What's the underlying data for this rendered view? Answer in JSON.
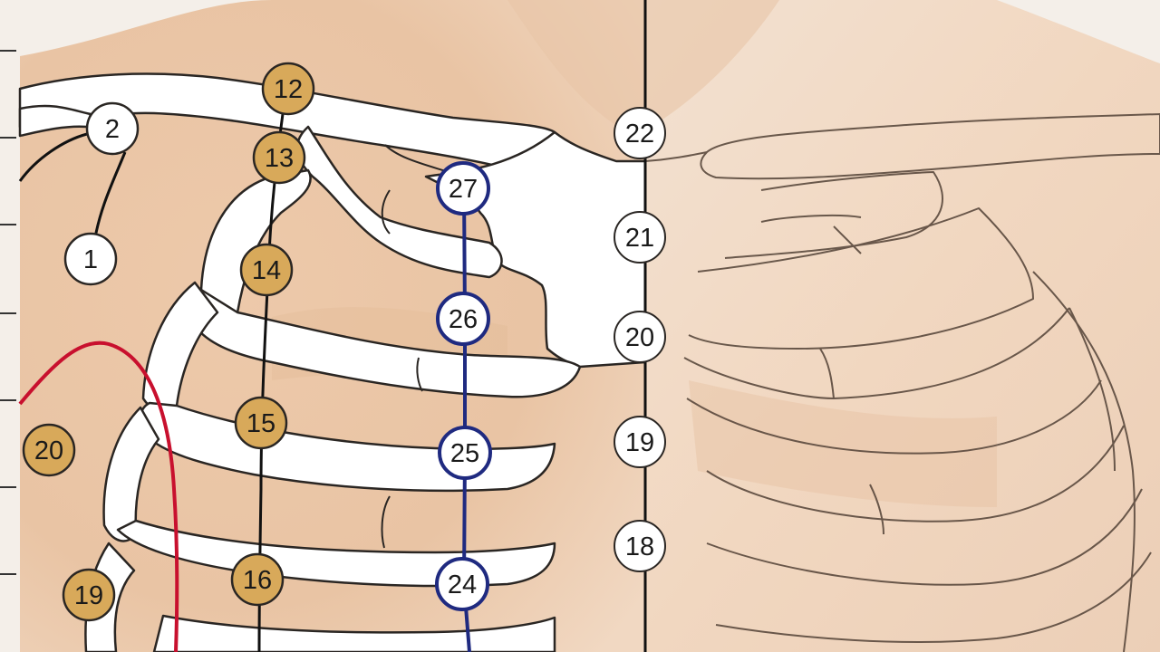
{
  "colors": {
    "background": "#f4efe9",
    "skin_light": "#f2dcc6",
    "skin_mid": "#e8c2a2",
    "skin_shadow": "#dcb08d",
    "bone": "#ffffff",
    "outline": "#2a2623",
    "black_meridian": "#111111",
    "blue_meridian": "#1f2a80",
    "red_meridian": "#c8102e",
    "gold_marker": "#d8a95a",
    "white_marker": "#ffffff"
  },
  "markers": {
    "left_white": [
      {
        "id": "lw-2",
        "label": "2"
      },
      {
        "id": "lw-1",
        "label": "1"
      }
    ],
    "gold": [
      {
        "id": "g-12",
        "label": "12"
      },
      {
        "id": "g-13",
        "label": "13"
      },
      {
        "id": "g-14",
        "label": "14"
      },
      {
        "id": "g-15",
        "label": "15"
      },
      {
        "id": "g-16",
        "label": "16"
      },
      {
        "id": "g-20",
        "label": "20"
      },
      {
        "id": "g-19",
        "label": "19"
      }
    ],
    "blue": [
      {
        "id": "b-27",
        "label": "27"
      },
      {
        "id": "b-26",
        "label": "26"
      },
      {
        "id": "b-25",
        "label": "25"
      },
      {
        "id": "b-24",
        "label": "24"
      }
    ],
    "midline": [
      {
        "id": "m-22",
        "label": "22"
      },
      {
        "id": "m-21",
        "label": "21"
      },
      {
        "id": "m-20",
        "label": "20"
      },
      {
        "id": "m-19",
        "label": "19"
      },
      {
        "id": "m-18",
        "label": "18"
      }
    ]
  }
}
